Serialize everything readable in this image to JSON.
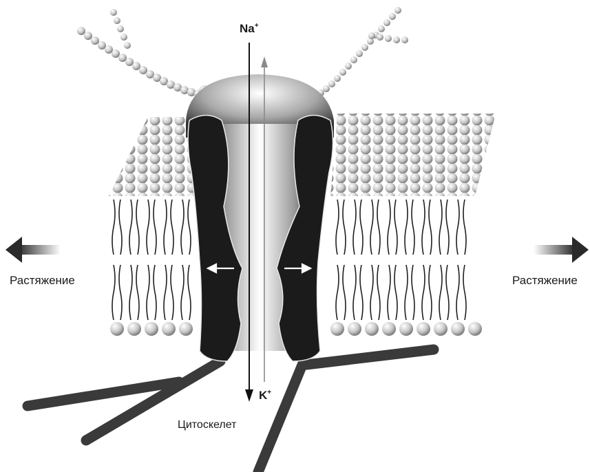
{
  "labels": {
    "na_ion": "Na",
    "na_charge": "+",
    "k_ion": "K",
    "k_charge": "+",
    "stretch_left": "Растяжение",
    "stretch_right": "Растяжение",
    "cytoskeleton": "Цитоскелет"
  },
  "colors": {
    "channel_dark": "#1b1b1b",
    "channel_light": "#f4f4f4",
    "lipid_head": "#c8c8c8",
    "lipid_head_shadow": "#8d8d8d",
    "cytoskeleton": "#3a3a3a",
    "text": "#1a1a1a"
  },
  "icons": [
    "arrow-left-stretch-icon",
    "arrow-right-stretch-icon"
  ]
}
